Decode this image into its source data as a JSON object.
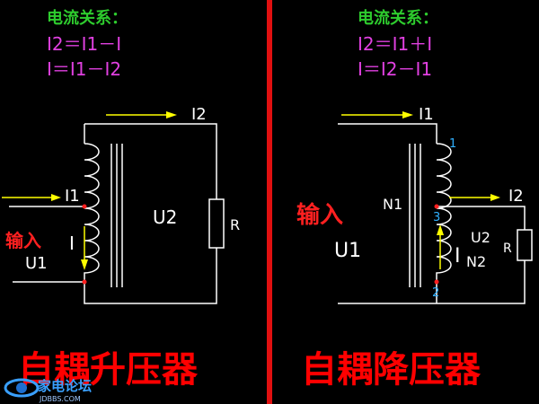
{
  "left": {
    "heading": "电流关系：",
    "formula1": "I2＝I1－I",
    "formula2": "I＝I1－I2",
    "label_i2": "I2",
    "label_i1": "I1",
    "label_input": "输入",
    "label_i": "I",
    "label_u1": "U1",
    "label_u2": "U2",
    "label_r": "R",
    "title": "自耦升压器"
  },
  "right": {
    "heading": "电流关系：",
    "formula1": "I2＝I1＋I",
    "formula2": "I＝I2－I1",
    "label_i1": "I1",
    "label_input": "输入",
    "label_n1": "N1",
    "label_u1": "U1",
    "label_i2": "I2",
    "label_u2": "U2",
    "label_r": "R",
    "label_i": "I",
    "label_n2": "N2",
    "tap_1": "1",
    "tap_2": "2",
    "tap_3": "3",
    "title": "自耦降压器"
  },
  "watermark": {
    "logo_text": "家电论坛",
    "logo_url": "JDBBS.COM"
  },
  "colors": {
    "background": "#000000",
    "divider": "#e01010",
    "heading": "#2ecc2e",
    "formula": "#e040e0",
    "wire": "#ffffff",
    "arrow": "#ffff00",
    "label": "#ffffff",
    "input_text": "#ff2020",
    "title": "#ff0000",
    "tap_number": "#30b0ff",
    "node_dot": "#ff2020"
  }
}
